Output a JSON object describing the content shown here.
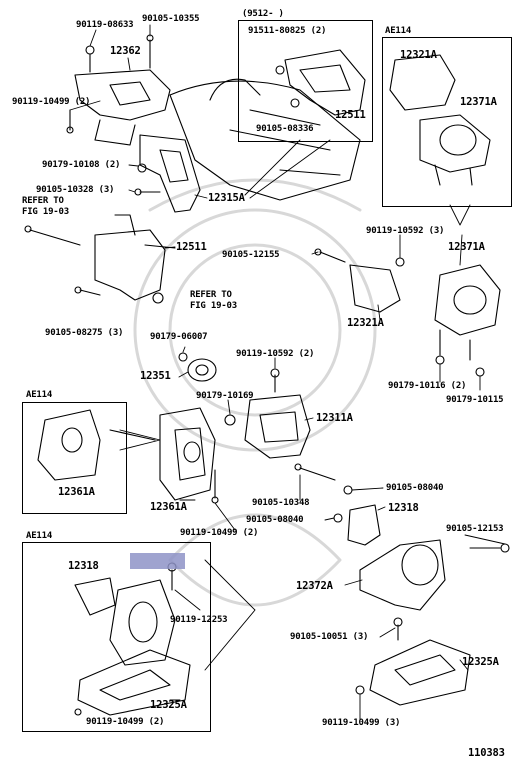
{
  "diagram_id": "110383",
  "highlight_color": "#8e93c7",
  "refer_to": [
    "REFER TO",
    "FIG 19-03"
  ],
  "inset_variant": {
    "label": "(9512-     )",
    "parts": [
      "91511-80825 (2)",
      "12511",
      "90105-08336"
    ]
  },
  "ae114_top": {
    "label": "AE114",
    "parts": [
      "12321A",
      "12371A"
    ]
  },
  "ae114_left": {
    "label": "AE114",
    "parts": [
      "12361A"
    ]
  },
  "ae114_bottom": {
    "label": "AE114",
    "parts": [
      "12318",
      "90119-12253",
      "12325A",
      "90119-10499 (2)"
    ]
  },
  "labels": {
    "p1": "90119-08633",
    "p2": "90105-10355",
    "p3": "12362",
    "p4": "90119-10499 (2)",
    "p5": "90179-10108 (2)",
    "p6": "90105-10328 (3)",
    "p7": "12315A",
    "p8": "12511",
    "p9": "90105-08275 (3)",
    "p10": "90105-12155",
    "p11": "90119-10592 (3)",
    "p12": "12371A",
    "p13": "12321A",
    "p14": "90179-06007",
    "p15": "12351",
    "p16": "90119-10592 (2)",
    "p17": "90179-10169",
    "p18": "12311A",
    "p19": "90179-10116 (2)",
    "p20": "90179-10115",
    "p21": "12361A",
    "p22": "90105-10348",
    "p23": "90105-08040",
    "p24": "90105-08040",
    "p25": "12318",
    "p26": "90119-10499 (2)",
    "p27": "90105-12153",
    "p28": "12372A",
    "p29": "90105-10051 (3)",
    "p30": "12325A",
    "p31": "90119-10499 (3)"
  }
}
